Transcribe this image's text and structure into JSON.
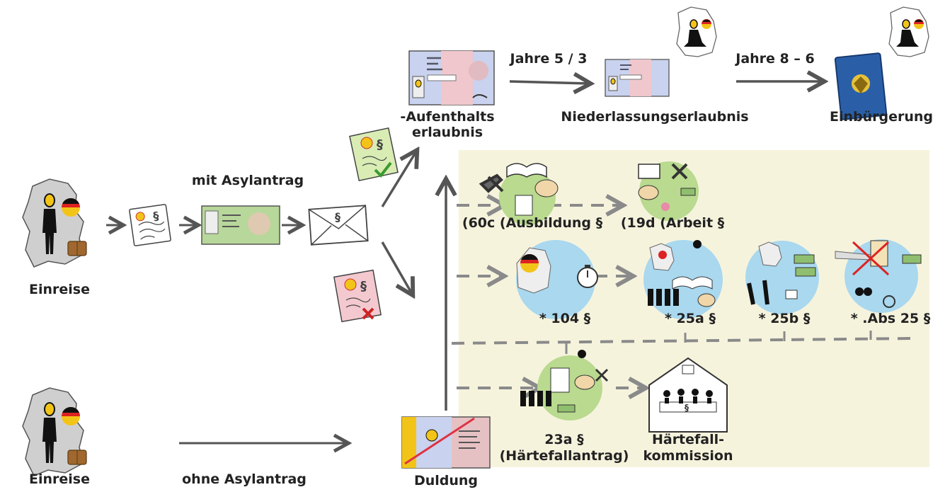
{
  "colors": {
    "panel": "#f6f3dd",
    "arrow": "#555555",
    "dash": "#8a8a8a",
    "green_circle": "#b9da8f",
    "blue_circle": "#a9d8ef",
    "card_blue": "#c9d2ee",
    "card_pink": "#efc7cc",
    "green_doc": "#d8ecb4",
    "red_doc": "#f3c9cf",
    "passport": "#2a5fa8",
    "flag_black": "#111111",
    "flag_red": "#dd2222",
    "flag_gold": "#f3c418"
  },
  "labels": {
    "einreise_top": "Einreise",
    "einreise_bottom": "Einreise",
    "mit_asylantrag": "mit Asylantrag",
    "ohne_asylantrag": "ohne Asylantrag",
    "aufenthalt_line1": "-Aufenthalts",
    "aufenthalt_line2": "erlaubnis",
    "jahre_53": "Jahre 5 / 3",
    "niederlassung": "Niederlassungserlaubnis",
    "jahre_86": "Jahre 8 – 6",
    "einbuergerung": "Einbürgerung",
    "ausbildung": "(60c (Ausbildung §",
    "arbeit": "(19d (Arbeit §",
    "p104": "* 104 §",
    "p25a": "* 25a §",
    "p25b": "* 25b §",
    "p25abs": "* .Abs 25 §",
    "p23a": "23a §",
    "haertefallantrag": "(Härtefallantrag)",
    "haertefall_line1": "Härtefall-",
    "haertefall_line2": "kommission",
    "duldung": "Duldung"
  },
  "icons": {
    "person_germany": "person-with-germany-map-icon",
    "asylum_document": "asylum-document-icon",
    "green_card": "ankunftsnachweis-card-icon",
    "letter": "decision-letter-icon",
    "approved_doc": "approved-document-icon",
    "rejected_doc": "rejected-document-icon",
    "residence_card": "residence-permit-card-icon",
    "passport": "german-passport-icon",
    "meditating_person": "meditating-person-icon",
    "training": "training-tools-icon",
    "work": "work-tools-icon",
    "stopwatch": "stopwatch-icon",
    "integration": "integration-icon",
    "no_travel": "no-deportation-icon",
    "commission": "commission-building-icon",
    "toleration_card": "duldung-card-icon"
  }
}
